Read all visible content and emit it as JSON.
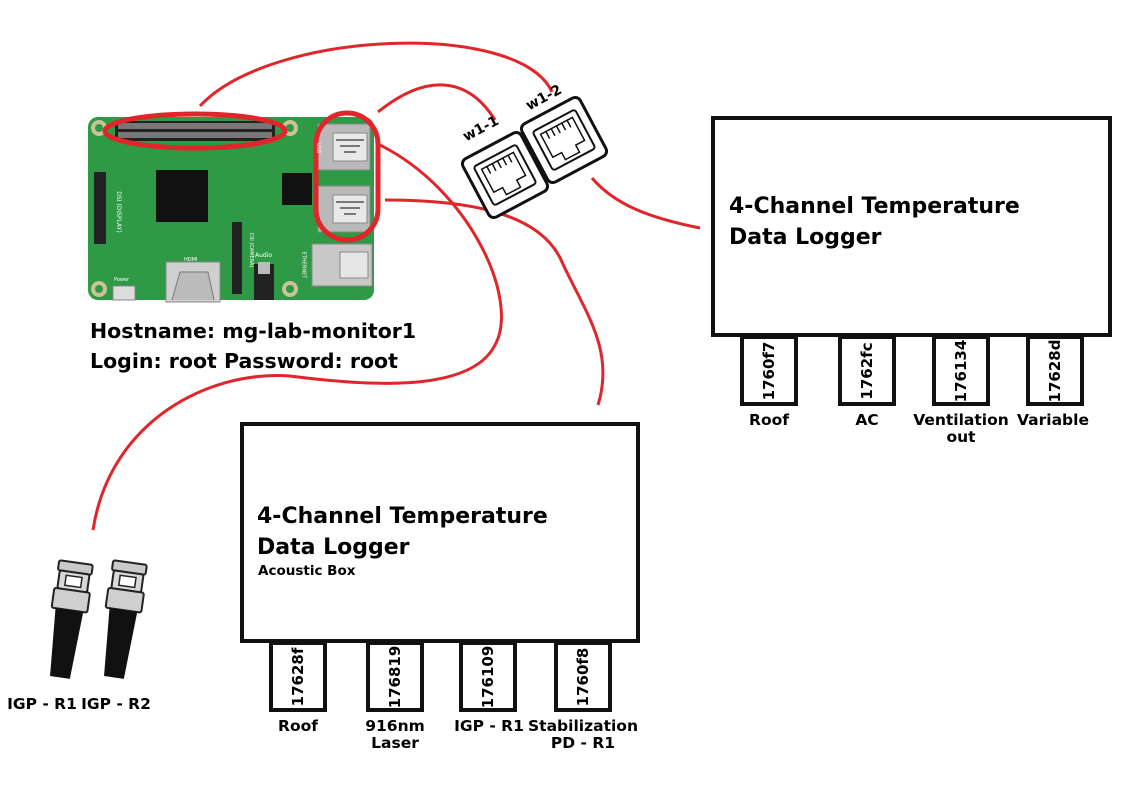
{
  "raspberry_pi": {
    "hostname_line": "Hostname: mg-lab-monitor1",
    "login_line": "Login: root Password: root",
    "labels": {
      "hdmi": "HDMI",
      "audio": "Audio",
      "power": "Power",
      "usb": "USB",
      "ethernet": "ETHERNET",
      "camera": "CSI (CAMERA)",
      "display": "DSI (DISPLAY)"
    }
  },
  "jacks": [
    "w1-1",
    "w1-2"
  ],
  "logger_top": {
    "title_line1": "4-Channel Temperature",
    "title_line2": "Data Logger",
    "sensors": [
      {
        "id": "1760f7",
        "label_lines": [
          "Roof"
        ]
      },
      {
        "id": "1762fc",
        "label_lines": [
          "AC"
        ]
      },
      {
        "id": "176134",
        "label_lines": [
          "Ventilation",
          "out"
        ]
      },
      {
        "id": "17628d",
        "label_lines": [
          "Variable"
        ]
      }
    ]
  },
  "logger_bottom": {
    "title_line1": "4-Channel Temperature",
    "title_line2": "Data Logger",
    "subtitle": "Acoustic Box",
    "sensors": [
      {
        "id": "17628f",
        "label_lines": [
          "Roof"
        ]
      },
      {
        "id": "176819",
        "label_lines": [
          "916nm",
          "Laser"
        ]
      },
      {
        "id": "176109",
        "label_lines": [
          "IGP - R1"
        ]
      },
      {
        "id": "1760f8",
        "label_lines": [
          "Stabilization",
          "PD - R1"
        ]
      }
    ]
  },
  "bnc_connectors": [
    {
      "label": "IGP - R1"
    },
    {
      "label": "IGP - R2"
    }
  ],
  "colors": {
    "cable": "#e0262b",
    "board": "#2e9a46",
    "outline": "#111111"
  }
}
